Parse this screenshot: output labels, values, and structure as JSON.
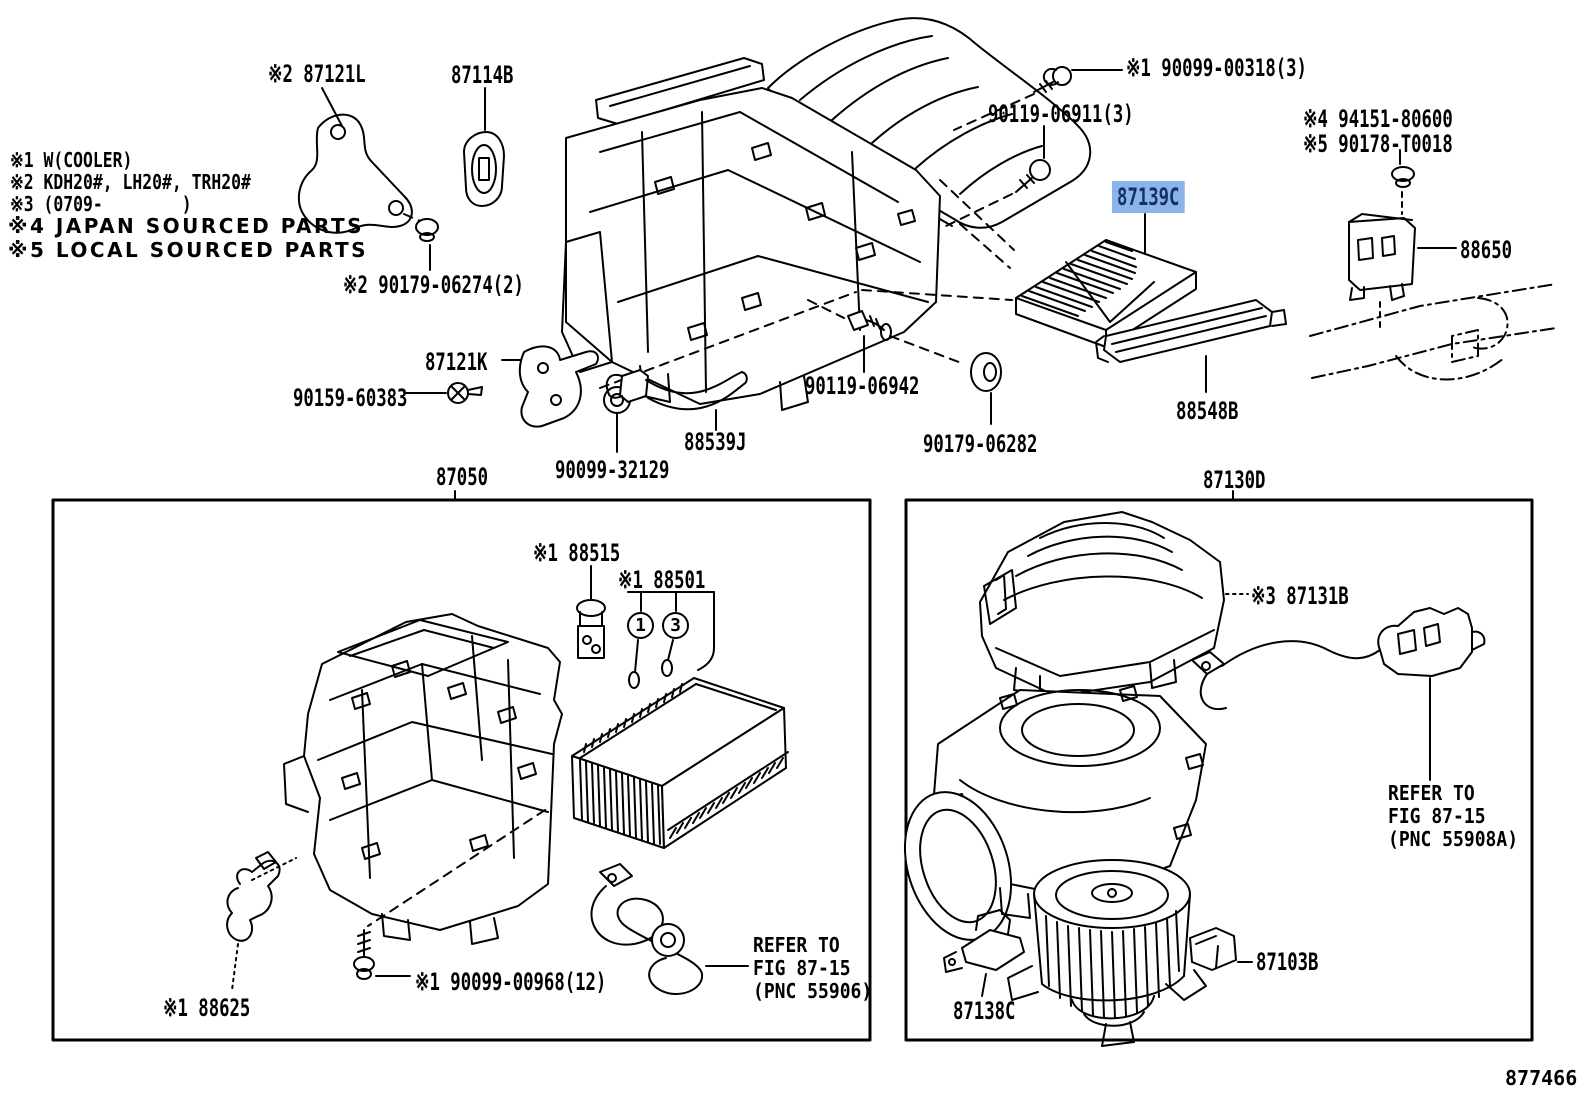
{
  "page": {
    "code": "877466"
  },
  "colors": {
    "highlight_bg": "#8ab4ea",
    "highlight_text": "#14306b",
    "line": "#000000",
    "background": "#ffffff"
  },
  "legend": {
    "item1": "※1 W(COOLER)",
    "item2": "※2 KDH20#, LH20#, TRH20#",
    "item3": "※3 (0709-        )",
    "item4": "※4 JAPAN SOURCED PARTS",
    "item5": "※5 LOCAL SOURCED PARTS"
  },
  "boxes": {
    "left_title": "87050",
    "right_title": "87130D"
  },
  "parts": {
    "bracket_87121L": "※2 87121L",
    "grommet_87114B": "87114B",
    "screw_90099_00318": "※1 90099-00318(3)",
    "screw_90119_06911": "90119-06911(3)",
    "nut_94151_80600": "※4 94151-80600",
    "nut_90178_T0018": "※5 90178-T0018",
    "filter_87139C": "87139C",
    "amplifier_88650": "88650",
    "nut_90179_06274": "※2 90179-06274(2)",
    "bracket_87121K": "87121K",
    "screw_90159_60383": "90159-60383",
    "hose_88539J": "88539J",
    "grommet_90099_32129": "90099-32129",
    "bolt_90119_06942": "90119-06942",
    "grommet_90179_06282": "90179-06282",
    "seal_88548B": "88548B",
    "valve_88515": "※1 88515",
    "oring_88501": "※1 88501",
    "clamp_88625": "※1 88625",
    "screw_90099_00968": "※1 90099-00968(12)",
    "unit_87131B": "※3 87131B",
    "resistor_87138C": "87138C",
    "motor_87103B": "87103B"
  },
  "callout_circles": {
    "first": "1",
    "second": "3"
  },
  "refer_notes": {
    "pnc_55906": "REFER TO\nFIG 87-15\n(PNC 55906)",
    "pnc_55908A": "REFER TO\nFIG 87-15\n(PNC 55908A)"
  }
}
